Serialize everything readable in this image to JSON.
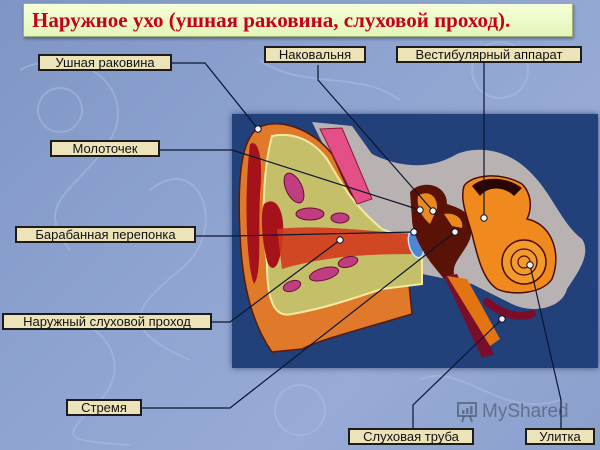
{
  "title": "Наружное ухо (ушная раковина, слуховой проход).",
  "labels": {
    "auricle": "Ушная раковина",
    "malleus": "Молоточек",
    "eardrum": "Барабанная перепонка",
    "ear_canal": "Наружный слуховой проход",
    "stapes": "Стремя",
    "incus": "Наковальня",
    "vestibular": "Вестибулярный аппарат",
    "eustachian_tube": "Слуховая труба",
    "cochlea": "Улитка"
  },
  "watermark": {
    "icon": "presentation-chart-icon",
    "text": "MyShared"
  },
  "colors": {
    "title_text": "#c4001a",
    "title_bg": "#eaf9c4",
    "label_bg": "#ece4b8",
    "panel_bg": "#22407a",
    "cartilage": "#c6bf6a",
    "skin": "#e07a2a",
    "bone_gray": "#b9b2b2"
  }
}
